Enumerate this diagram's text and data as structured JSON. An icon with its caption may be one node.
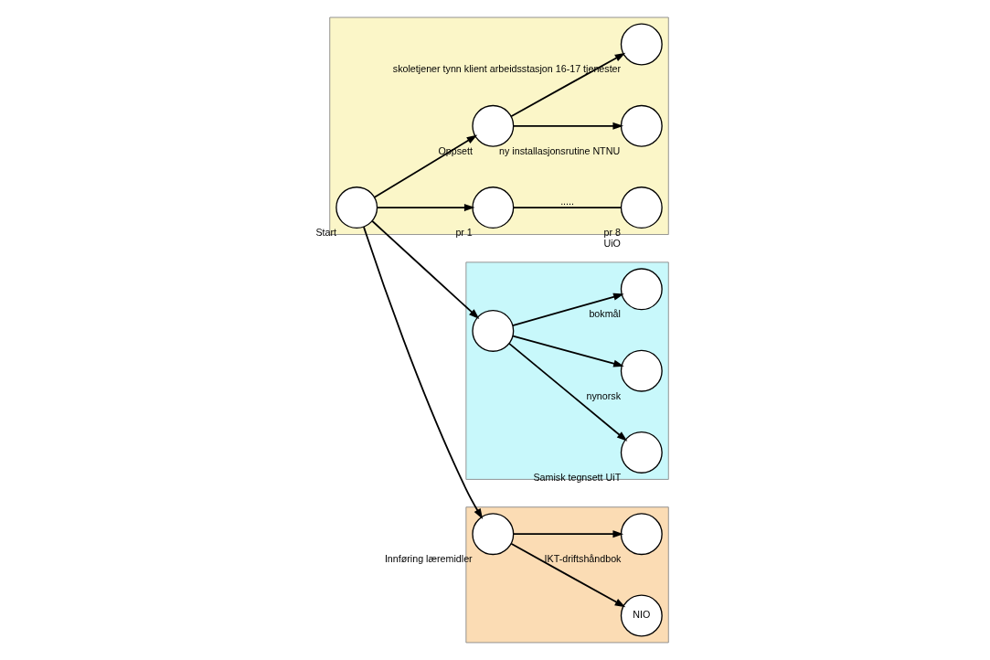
{
  "diagram": {
    "nodes": [
      {
        "text": [],
        "shape": "band"
      },
      {
        "text": [],
        "shape": "circle",
        "in": 0,
        "beside": [
          "Start"
        ]
      },
      {
        "text": [],
        "shape": "circle",
        "in": 0,
        "beside": [
          "pr 1"
        ]
      },
      {
        "text": [],
        "shape": "circle",
        "in": 0,
        "beside": [
          "pr 8",
          "UiO"
        ]
      },
      {
        "text": [],
        "shape": "circle",
        "in": 0,
        "beside": [
          "Oppsett"
        ]
      },
      {
        "text": [],
        "shape": "circle",
        "in": 0,
        "beside": [
          "ny installasjonsrutine NTNU"
        ]
      },
      {
        "text": [],
        "shape": "circle",
        "in": 0,
        "beside": [
          "skoletjener tynn klient arbeidsstasjon 16-17 tjenester"
        ]
      },
      {
        "text": [],
        "shape": "band"
      },
      {
        "text": [],
        "shape": "circle",
        "in": 7
      },
      {
        "text": [],
        "shape": "circle",
        "in": 7,
        "beside": [
          "Samisk tegnsett UiT"
        ]
      },
      {
        "text": [],
        "shape": "circle",
        "in": 7,
        "beside": [
          "nynorsk"
        ]
      },
      {
        "text": [],
        "shape": "circle",
        "in": 7,
        "beside": [
          "bokmål"
        ]
      },
      {
        "text": [],
        "shape": "band"
      },
      {
        "text": [],
        "shape": "circle",
        "in": 12,
        "beside": [
          "Innføring læremidler"
        ]
      },
      {
        "text": [
          "NIO"
        ],
        "in": 12
      },
      {
        "text": [],
        "shape": "circle",
        "in": 12,
        "beside": [
          "IKT-driftshåndbok"
        ]
      }
    ],
    "edges": [
      {
        "from": 1,
        "to": 2,
        "arrow": "to"
      },
      {
        "from": 2,
        "to": 3,
        "arrow": "none",
        "label": "....."
      },
      {
        "from": 1,
        "to": 4,
        "arrow": "to"
      },
      {
        "from": 4,
        "to": 5,
        "arrow": "to"
      },
      {
        "from": 4,
        "to": 6,
        "arrow": "to"
      },
      {
        "from": 1,
        "to": 8,
        "arrow": "to"
      },
      {
        "from": 8,
        "to": 9,
        "arrow": "to"
      },
      {
        "from": 8,
        "to": 10,
        "arrow": "to"
      },
      {
        "from": 8,
        "to": 11,
        "arrow": "to"
      },
      {
        "from": 1,
        "to": 13,
        "arrow": "to"
      },
      {
        "from": 13,
        "to": 14,
        "arrow": "to"
      },
      {
        "from": 13,
        "to": 15,
        "arrow": "to"
      }
    ]
  }
}
